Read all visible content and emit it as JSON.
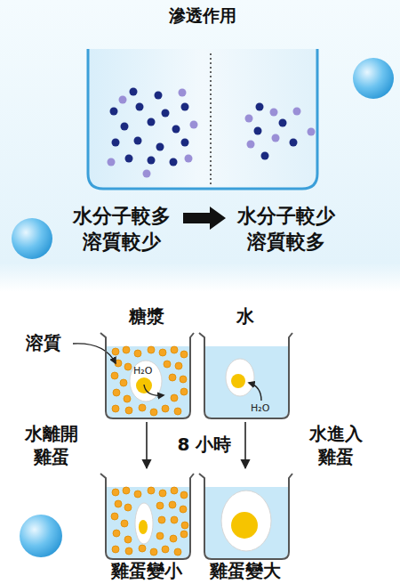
{
  "diagram": {
    "title": "滲透作用",
    "nodes": [
      {
        "text": [
          "糖漿",
          "H₂O"
        ]
      },
      {
        "text": [
          "水",
          "H₂O"
        ]
      },
      {
        "text": [
          "雞蛋變小"
        ]
      },
      {
        "text": [
          "雞蛋變大"
        ]
      }
    ],
    "edges": [
      {
        "from": 0,
        "to": 2,
        "arrow": "to",
        "label": "水離開 雞蛋"
      },
      {
        "from": 1,
        "to": 3,
        "arrow": "to",
        "label": "水進入 雞蛋"
      }
    ],
    "labels": [
      "水分子較多 溶質較少",
      "水分子較少 溶質較多",
      "溶質",
      "8 小時"
    ]
  }
}
